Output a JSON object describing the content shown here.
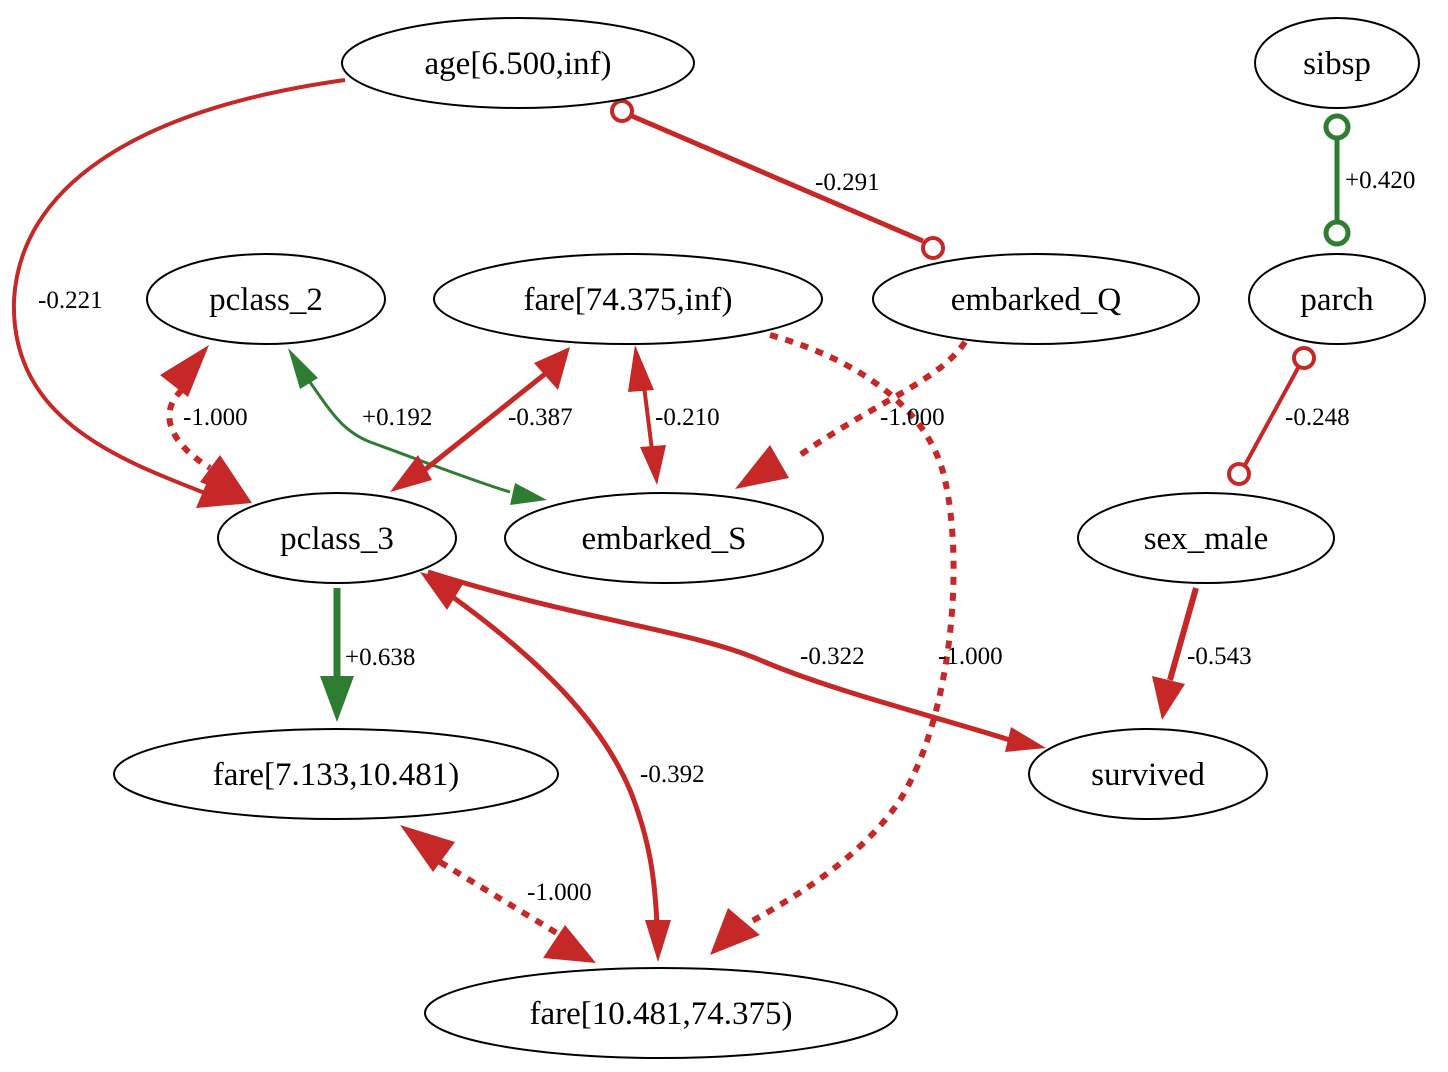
{
  "colors": {
    "negative": "#c62828",
    "positive": "#2e7d32",
    "node_stroke": "#000000"
  },
  "nodes": {
    "age": "age[6.500,inf)",
    "sibsp": "sibsp",
    "pclass_2": "pclass_2",
    "fare_high": "fare[74.375,inf)",
    "embarked_q": "embarked_Q",
    "parch": "parch",
    "pclass_3": "pclass_3",
    "embarked_s": "embarked_S",
    "sex_male": "sex_male",
    "fare_low": "fare[7.133,10.481)",
    "survived": "survived",
    "fare_mid": "fare[10.481,74.375)"
  },
  "edges": [
    {
      "id": "age-pclass3",
      "from": "age",
      "to": "pclass_3",
      "weight": "-0.221",
      "sign": "negative",
      "style": "solid",
      "head": "arrow",
      "tail": "none"
    },
    {
      "id": "age-embq",
      "from": "age",
      "to": "embarked_Q",
      "weight": "-0.291",
      "sign": "negative",
      "style": "solid",
      "head": "circle",
      "tail": "circle"
    },
    {
      "id": "sibsp-parch",
      "from": "sibsp",
      "to": "parch",
      "weight": "+0.420",
      "sign": "positive",
      "style": "solid",
      "head": "circle",
      "tail": "circle"
    },
    {
      "id": "pclass2-pclass3",
      "from": "pclass_2",
      "to": "pclass_3",
      "weight": "-1.000",
      "sign": "negative",
      "style": "dotted",
      "head": "arrow",
      "tail": "arrow"
    },
    {
      "id": "embs-pclass2",
      "from": "embarked_S",
      "to": "pclass_2",
      "weight": "+0.192",
      "sign": "positive",
      "style": "solid",
      "head": "arrow",
      "tail": "arrow"
    },
    {
      "id": "farehigh-pclass3",
      "from": "fare[74.375,inf)",
      "to": "pclass_3",
      "weight": "-0.387",
      "sign": "negative",
      "style": "solid",
      "head": "arrow",
      "tail": "arrow"
    },
    {
      "id": "farehigh-embs",
      "from": "fare[74.375,inf)",
      "to": "embarked_S",
      "weight": "-0.210",
      "sign": "negative",
      "style": "solid",
      "head": "arrow",
      "tail": "arrow"
    },
    {
      "id": "embq-embs",
      "from": "embarked_Q",
      "to": "embarked_S",
      "weight": "-1.000",
      "sign": "negative",
      "style": "dotted",
      "head": "arrow",
      "tail": "none"
    },
    {
      "id": "parch-sexmale",
      "from": "parch",
      "to": "sex_male",
      "weight": "-0.248",
      "sign": "negative",
      "style": "solid",
      "head": "circle",
      "tail": "circle"
    },
    {
      "id": "pclass3-farelow",
      "from": "pclass_3",
      "to": "fare[7.133,10.481)",
      "weight": "+0.638",
      "sign": "positive",
      "style": "solid",
      "head": "arrow",
      "tail": "none"
    },
    {
      "id": "pclass3-survived",
      "from": "pclass_3",
      "to": "survived",
      "weight": "-0.322",
      "sign": "negative",
      "style": "solid",
      "head": "arrow",
      "tail": "none"
    },
    {
      "id": "farehigh-faremid",
      "from": "fare[74.375,inf)",
      "to": "fare[10.481,74.375)",
      "weight": "-1.000",
      "sign": "negative",
      "style": "dotted",
      "head": "arrow",
      "tail": "none"
    },
    {
      "id": "sexmale-survived",
      "from": "sex_male",
      "to": "survived",
      "weight": "-0.543",
      "sign": "negative",
      "style": "solid",
      "head": "arrow",
      "tail": "none"
    },
    {
      "id": "pclass3-faremid",
      "from": "pclass_3",
      "to": "fare[10.481,74.375)",
      "weight": "-0.392",
      "sign": "negative",
      "style": "solid",
      "head": "arrow",
      "tail": "arrow"
    },
    {
      "id": "farelow-faremid",
      "from": "fare[7.133,10.481)",
      "to": "fare[10.481,74.375)",
      "weight": "-1.000",
      "sign": "negative",
      "style": "dotted",
      "head": "arrow",
      "tail": "arrow"
    }
  ]
}
